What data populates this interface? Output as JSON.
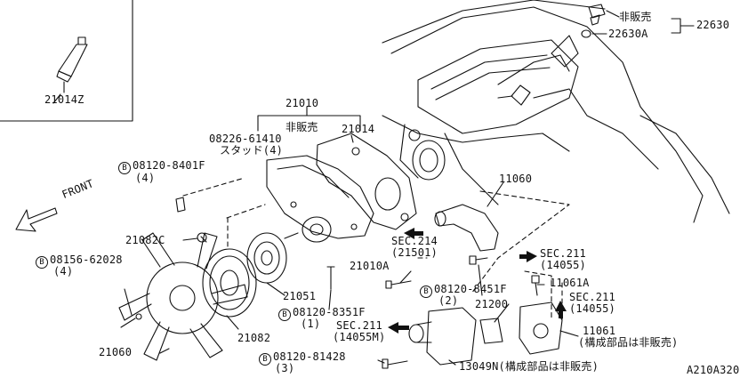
{
  "inset": {
    "part": "21014Z"
  },
  "sensor": {
    "not_sold": "非販売",
    "sub": "22630A",
    "main": "22630"
  },
  "water_pump": {
    "part": "21010",
    "not_sold": "非販売",
    "stud_code": "08226-61410",
    "stud_note": "スタッド(4)",
    "gasket": "21014"
  },
  "bolts": {
    "b8401f": {
      "badge": "B",
      "code": "08120-8401F",
      "qty": "(4)"
    },
    "b62028": {
      "badge": "B",
      "code": "08156-62028",
      "qty": "(4)"
    },
    "b8451f": {
      "badge": "B",
      "code": "08120-8451F",
      "qty": "(2)"
    },
    "b8351f": {
      "badge": "B",
      "code": "08120-8351F",
      "qty": "(1)"
    },
    "b81428": {
      "badge": "B",
      "code": "08120-81428",
      "qty": "(3)"
    }
  },
  "front_label": "FRONT",
  "parts": {
    "p21082c": "21082C",
    "p21060": "21060",
    "p21082": "21082",
    "p21051": "21051",
    "p21010a": "21010A",
    "p11060": "11060",
    "p11061a": "11061A",
    "p21200": "21200",
    "p11061": "11061",
    "p11061_note": "(構成部品は非販売)",
    "p13049n": "13049N(構成部品は非販売)"
  },
  "sec_refs": {
    "sec214": {
      "ref": "SEC.214",
      "fig": "(21501)"
    },
    "sec211a": {
      "ref": "SEC.211",
      "fig": "(14055)"
    },
    "sec211b": {
      "ref": "SEC.211",
      "fig": "(14055)"
    },
    "sec211c": {
      "ref": "SEC.211",
      "fig": "(14055M)"
    }
  },
  "figure_code": "A210A320"
}
